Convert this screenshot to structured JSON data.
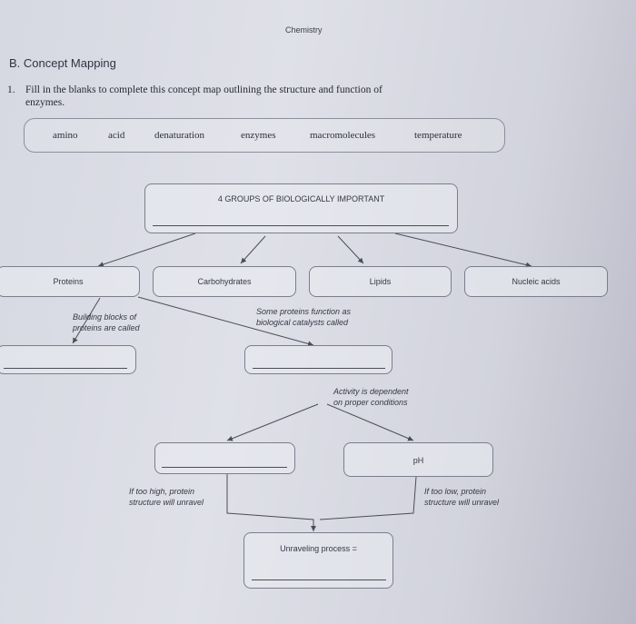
{
  "header": {
    "subject": "Chemistry"
  },
  "section": {
    "title": "B. Concept Mapping"
  },
  "instruction": {
    "number": "1.",
    "line1": "Fill in the blanks to complete this concept map outlining the structure and function of",
    "line2": "enzymes."
  },
  "word_bank": [
    "amino",
    "acid",
    "denaturation",
    "enzymes",
    "macromolecules",
    "temperature"
  ],
  "map": {
    "top_box": "4 GROUPS OF BIOLOGICALLY IMPORTANT",
    "groups": [
      "Proteins",
      "Carbohydrates",
      "Lipids",
      "Nucleic acids"
    ],
    "note_building_blocks": [
      "Building blocks of",
      "proteins are called"
    ],
    "note_function": [
      "Some proteins function as",
      "biological catalysts called"
    ],
    "note_activity": [
      "Activity is dependent",
      "on proper conditions"
    ],
    "ph_box": "pH",
    "note_too_high": [
      "If too high, protein",
      "structure will unravel"
    ],
    "note_too_low": [
      "If too low, protein",
      "structure will unravel"
    ],
    "unraveling_box": "Unraveling process ="
  }
}
